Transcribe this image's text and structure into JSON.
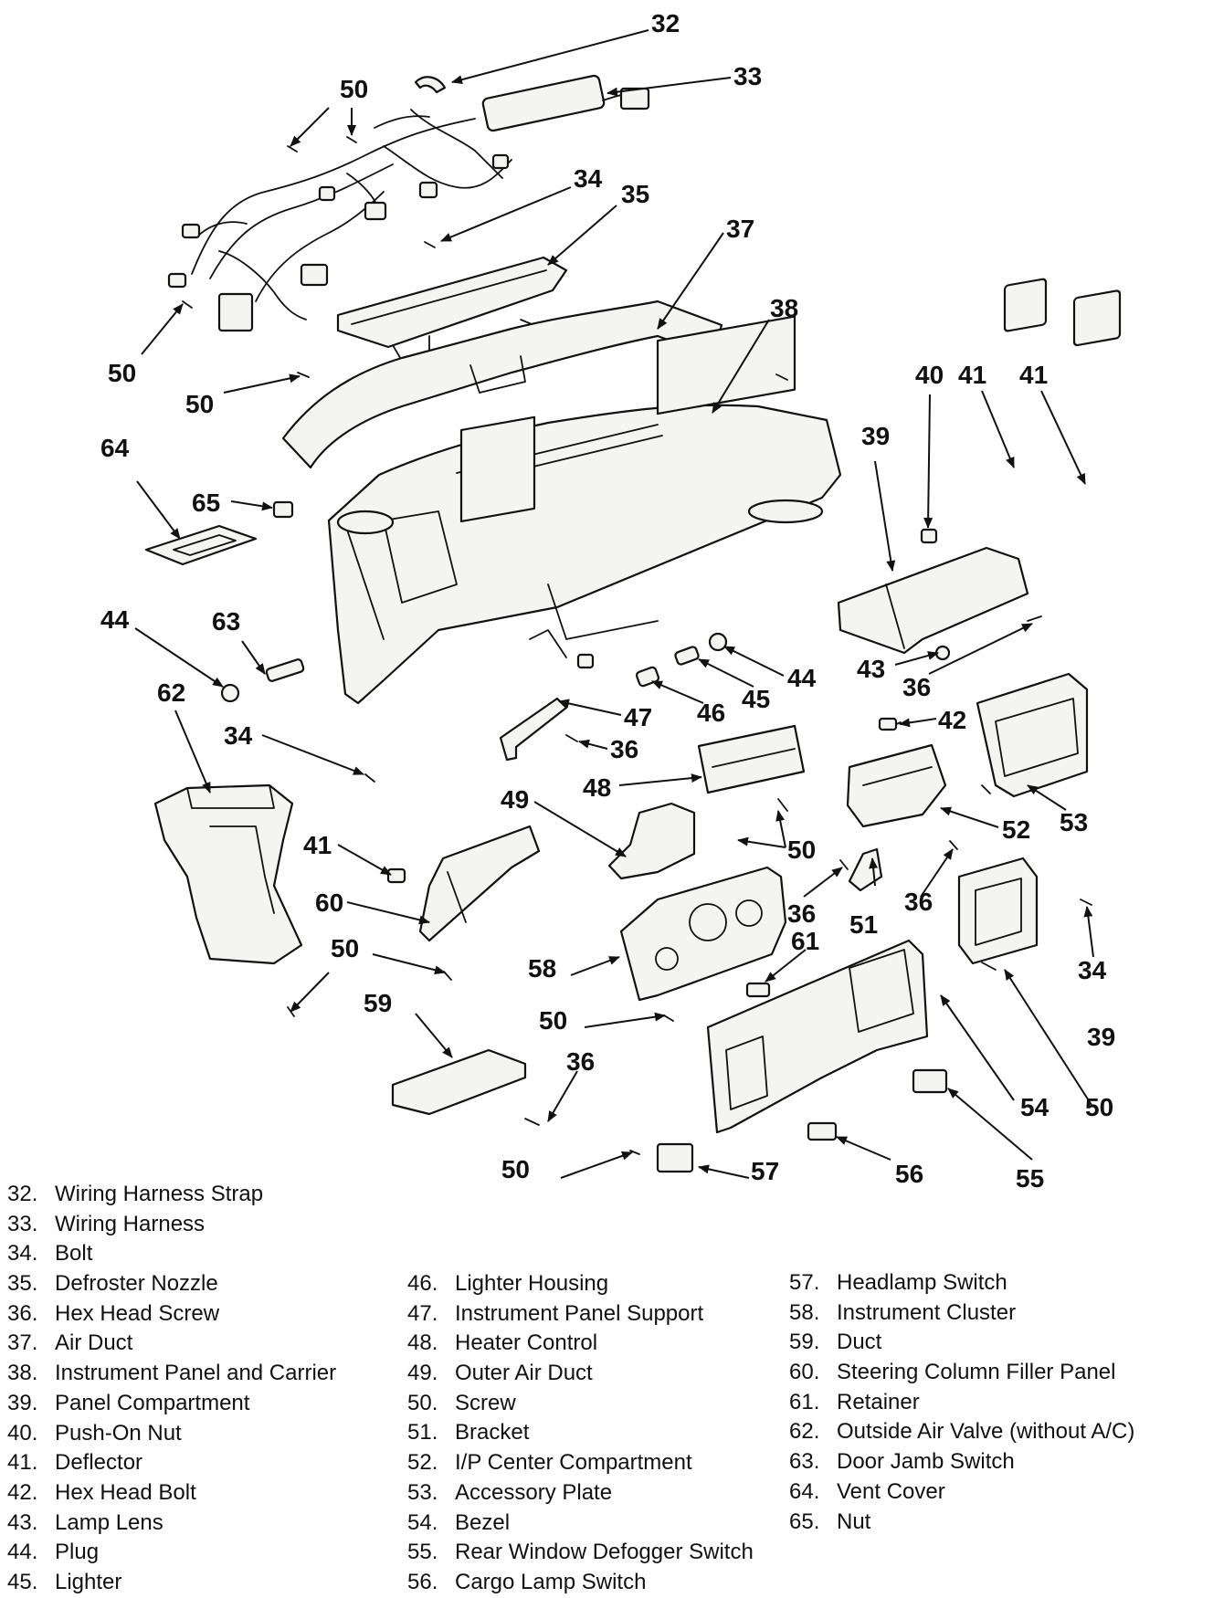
{
  "callouts": [
    {
      "id": "c1",
      "label": "32"
    },
    {
      "id": "c2",
      "label": "33"
    },
    {
      "id": "c3",
      "label": "50"
    },
    {
      "id": "c4",
      "label": "34"
    },
    {
      "id": "c5",
      "label": "35"
    },
    {
      "id": "c6",
      "label": "37"
    },
    {
      "id": "c7",
      "label": "50"
    },
    {
      "id": "c8",
      "label": "50"
    },
    {
      "id": "c9",
      "label": "38"
    },
    {
      "id": "c10",
      "label": "41"
    },
    {
      "id": "c11",
      "label": "41"
    },
    {
      "id": "c12",
      "label": "40"
    },
    {
      "id": "c13",
      "label": "39"
    },
    {
      "id": "c14",
      "label": "64"
    },
    {
      "id": "c15",
      "label": "65"
    },
    {
      "id": "c16",
      "label": "44"
    },
    {
      "id": "c17",
      "label": "63"
    },
    {
      "id": "c18",
      "label": "44"
    },
    {
      "id": "c19",
      "label": "45"
    },
    {
      "id": "c20",
      "label": "46"
    },
    {
      "id": "c21",
      "label": "43"
    },
    {
      "id": "c22",
      "label": "36"
    },
    {
      "id": "c23",
      "label": "62"
    },
    {
      "id": "c24",
      "label": "47"
    },
    {
      "id": "c25",
      "label": "36"
    },
    {
      "id": "c26",
      "label": "42"
    },
    {
      "id": "c27",
      "label": "34"
    },
    {
      "id": "c28",
      "label": "48"
    },
    {
      "id": "c29",
      "label": "49"
    },
    {
      "id": "c30",
      "label": "52"
    },
    {
      "id": "c31",
      "label": "53"
    },
    {
      "id": "c32",
      "label": "41"
    },
    {
      "id": "c33",
      "label": "50"
    },
    {
      "id": "c34",
      "label": "60"
    },
    {
      "id": "c35",
      "label": "36"
    },
    {
      "id": "c36",
      "label": "36"
    },
    {
      "id": "c37",
      "label": "51"
    },
    {
      "id": "c38",
      "label": "34"
    },
    {
      "id": "c39",
      "label": "50"
    },
    {
      "id": "c40",
      "label": "61"
    },
    {
      "id": "c41",
      "label": "58"
    },
    {
      "id": "c42",
      "label": "59"
    },
    {
      "id": "c43",
      "label": "39"
    },
    {
      "id": "c44",
      "label": "50"
    },
    {
      "id": "c45",
      "label": "36"
    },
    {
      "id": "c46",
      "label": "54"
    },
    {
      "id": "c47",
      "label": "50"
    },
    {
      "id": "c48",
      "label": "56"
    },
    {
      "id": "c49",
      "label": "55"
    },
    {
      "id": "c50",
      "label": "57"
    },
    {
      "id": "c51",
      "label": "50"
    }
  ],
  "legend": {
    "col1": [
      {
        "num": "32.",
        "name": "Wiring Harness Strap"
      },
      {
        "num": "33.",
        "name": "Wiring Harness"
      },
      {
        "num": "34.",
        "name": "Bolt"
      },
      {
        "num": "35.",
        "name": "Defroster Nozzle"
      },
      {
        "num": "36.",
        "name": "Hex Head Screw"
      },
      {
        "num": "37.",
        "name": "Air Duct"
      },
      {
        "num": "38.",
        "name": "Instrument Panel and Carrier"
      },
      {
        "num": "39.",
        "name": "Panel Compartment"
      },
      {
        "num": "40.",
        "name": "Push-On Nut"
      },
      {
        "num": "41.",
        "name": "Deflector"
      },
      {
        "num": "42.",
        "name": "Hex Head Bolt"
      },
      {
        "num": "43.",
        "name": "Lamp Lens"
      },
      {
        "num": "44.",
        "name": "Plug"
      },
      {
        "num": "45.",
        "name": "Lighter"
      }
    ],
    "col2": [
      {
        "num": "46.",
        "name": "Lighter Housing"
      },
      {
        "num": "47.",
        "name": "Instrument Panel Support"
      },
      {
        "num": "48.",
        "name": "Heater Control"
      },
      {
        "num": "49.",
        "name": "Outer Air Duct"
      },
      {
        "num": "50.",
        "name": "Screw"
      },
      {
        "num": "51.",
        "name": "Bracket"
      },
      {
        "num": "52.",
        "name": "I/P Center Compartment"
      },
      {
        "num": "53.",
        "name": "Accessory Plate"
      },
      {
        "num": "54.",
        "name": "Bezel"
      },
      {
        "num": "55.",
        "name": "Rear Window Defogger Switch"
      },
      {
        "num": "56.",
        "name": "Cargo Lamp Switch"
      }
    ],
    "col3": [
      {
        "num": "57.",
        "name": "Headlamp Switch"
      },
      {
        "num": "58.",
        "name": "Instrument Cluster"
      },
      {
        "num": "59.",
        "name": "Duct"
      },
      {
        "num": "60.",
        "name": "Steering Column Filler Panel"
      },
      {
        "num": "61.",
        "name": "Retainer"
      },
      {
        "num": "62.",
        "name": "Outside Air Valve (without A/C)"
      },
      {
        "num": "63.",
        "name": "Door Jamb Switch"
      },
      {
        "num": "64.",
        "name": "Vent Cover"
      },
      {
        "num": "65.",
        "name": "Nut"
      }
    ]
  }
}
